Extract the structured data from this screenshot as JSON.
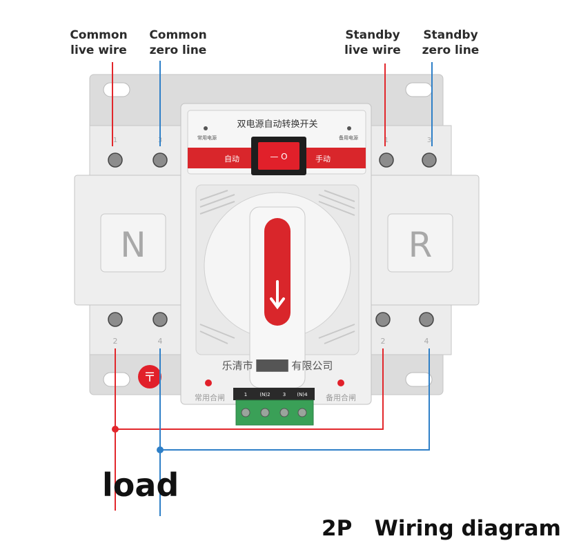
{
  "labels": {
    "common_live": [
      "Common",
      "live wire"
    ],
    "common_zero": [
      "Common",
      "zero line"
    ],
    "standby_live": [
      "Standby",
      "live wire"
    ],
    "standby_zero": [
      "Standby",
      "zero line"
    ],
    "load": "load",
    "title": "2P   Wiring diagram"
  },
  "device": {
    "panel_title": "双电源自动转换开关",
    "indicator_common": "常用电源",
    "indicator_standby": "备用电源",
    "mode_auto": "自动",
    "mode_manual": "手动",
    "switch_symbol": "— O",
    "face_left": "N",
    "face_right": "R",
    "manufacturer": "乐清市 ████ 有限公司",
    "status_common": "常用合闸",
    "status_standby": "备用合闸",
    "terminal_top_nums": [
      "1",
      "3",
      "1",
      "3"
    ],
    "terminal_bottom_nums": [
      "2",
      "4",
      "2",
      "4"
    ],
    "output_labels": [
      "1",
      "(N)2",
      "3",
      "(N)4"
    ],
    "logo_mark": "〒"
  },
  "colors": {
    "live": "#e2262b",
    "zero": "#2e7fc7",
    "housing": "#e6e6e6",
    "panel_red": "#d9262b",
    "terminal_green": "#3aa057"
  }
}
